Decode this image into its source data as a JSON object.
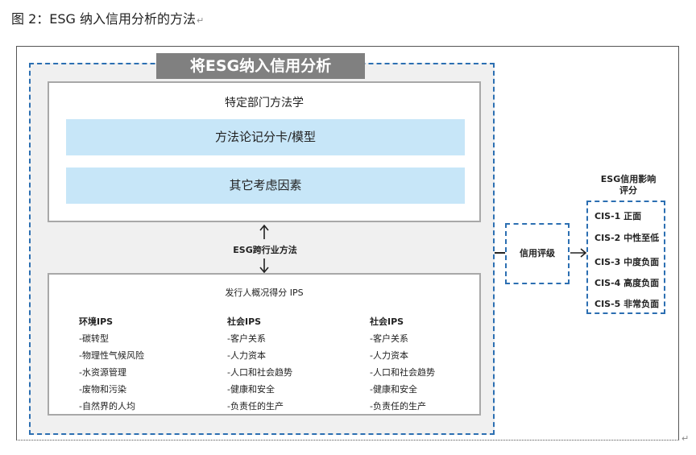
{
  "caption": {
    "text": "图 2：ESG 纳入信用分析的方法",
    "mark": "↵"
  },
  "title_banner": "将ESG纳入信用分析",
  "sector_panel": {
    "title": "特定部门方法学",
    "bars": [
      "方法论记分卡/模型",
      "其它考虑因素"
    ]
  },
  "cross_sector_label": "ESG跨行业方法",
  "issuer_panel": {
    "title": "发行人概况得分 IPS",
    "columns": [
      {
        "header": "环境IPS",
        "items": [
          "-碳转型",
          "-物理性气候风险",
          "-水资源管理",
          "-废物和污染",
          "-自然界的人均"
        ]
      },
      {
        "header": "社会IPS",
        "items": [
          "-客户关系",
          "-人力资本",
          "-人口和社会趋势",
          "-健康和安全",
          "-负责任的生产"
        ]
      },
      {
        "header": "社会IPS",
        "items": [
          "-客户关系",
          "-人力资本",
          "-人口和社会趋势",
          "-健康和安全",
          "-负责任的生产"
        ]
      }
    ]
  },
  "rating_box": "信用评级",
  "cis": {
    "title_lines": [
      "ESG信用影响",
      "评分"
    ],
    "items": [
      "CIS-1 正面",
      "CIS-2 中性至低",
      "CIS-3 中度负面",
      "CIS-4 高度负面",
      "CIS-5 非常负面"
    ]
  },
  "end_mark": "↵",
  "colors": {
    "dash_border": "#2c6fb2",
    "banner": "#808080",
    "bar_fill": "#c7e6f8",
    "panel_bg": "#f0f0f0"
  }
}
